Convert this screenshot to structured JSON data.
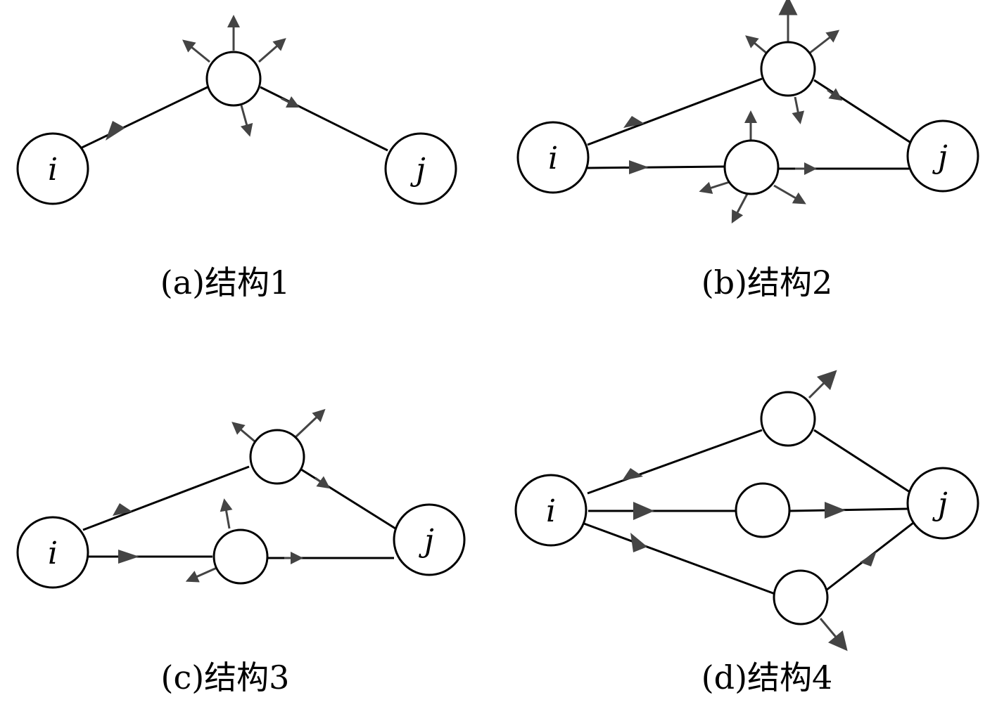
{
  "colors": {
    "line": "#000000",
    "arrow": "#444444",
    "node_fill": "#ffffff"
  },
  "node_labels": {
    "source": "i",
    "target": "j"
  },
  "panels": [
    {
      "id": "a",
      "caption": "(a)结构1"
    },
    {
      "id": "b",
      "caption": "(b)结构2"
    },
    {
      "id": "c",
      "caption": "(c)结构3"
    },
    {
      "id": "d",
      "caption": "(d)结构4"
    }
  ]
}
